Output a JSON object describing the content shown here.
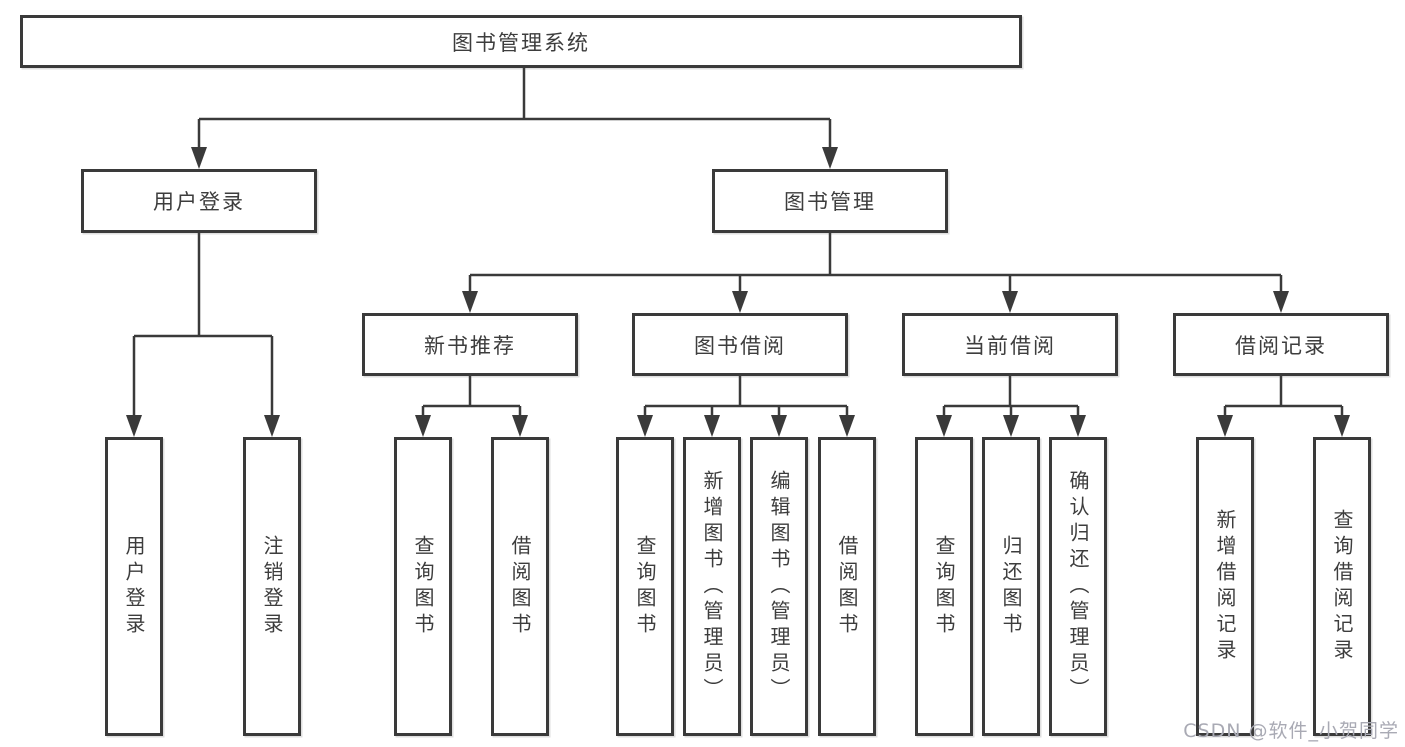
{
  "tree": {
    "root": {
      "label": "图书管理系统",
      "children": [
        {
          "label": "用户登录",
          "children": [
            {
              "label": "用户登录"
            },
            {
              "label": "注销登录"
            }
          ]
        },
        {
          "label": "图书管理",
          "children": [
            {
              "label": "新书推荐",
              "children": [
                {
                  "label": "查询图书"
                },
                {
                  "label": "借阅图书"
                }
              ]
            },
            {
              "label": "图书借阅",
              "children": [
                {
                  "label": "查询图书"
                },
                {
                  "label": "新增图书（管理员）"
                },
                {
                  "label": "编辑图书（管理员）"
                },
                {
                  "label": "借阅图书"
                }
              ]
            },
            {
              "label": "当前借阅",
              "children": [
                {
                  "label": "查询图书"
                },
                {
                  "label": "归还图书"
                },
                {
                  "label": "确认归还（管理员）"
                }
              ]
            },
            {
              "label": "借阅记录",
              "children": [
                {
                  "label": "新增借阅记录"
                },
                {
                  "label": "查询借阅记录"
                }
              ]
            }
          ]
        }
      ]
    }
  },
  "watermark": {
    "text": "CSDN @软件_小贺同学"
  },
  "colors": {
    "line": "#3a3a3a",
    "text": "#3d3d3d",
    "box_background": "#ffffff",
    "watermark": "#a9aab4",
    "background": "#ffffff"
  }
}
